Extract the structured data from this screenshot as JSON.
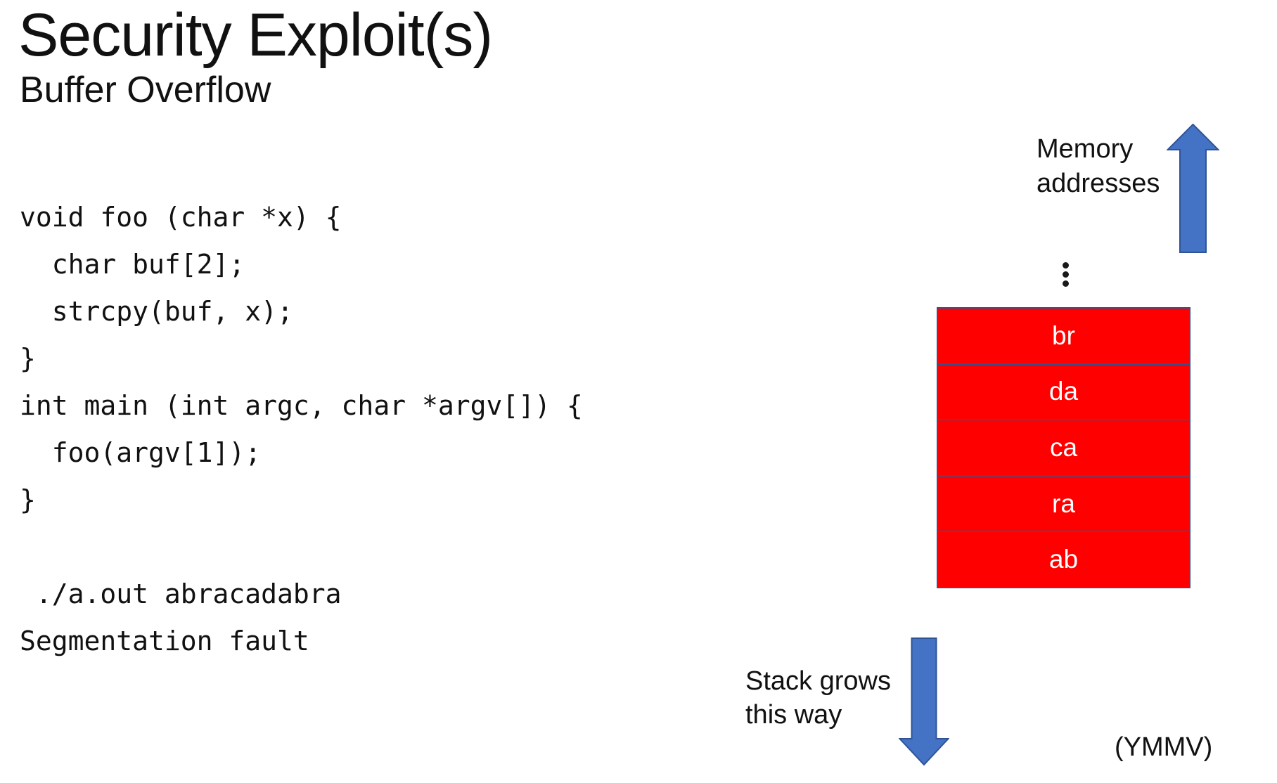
{
  "slide": {
    "title": "Security Exploit(s)",
    "subtitle": "Buffer Overflow",
    "code": "void foo (char *x) {\n  char buf[2];\n  strcpy(buf, x);\n}\nint main (int argc, char *argv[]) {\n  foo(argv[1]);\n}\n\n ./a.out abracadabra\nSegmentation fault",
    "memory_label": {
      "line1": "Memory",
      "line2": "addresses"
    },
    "stack_cells": [
      "br",
      "da",
      "ca",
      "ra",
      "ab"
    ],
    "stack_grows_label": {
      "line1": "Stack grows",
      "line2": "this way"
    },
    "ymmv_note": "(YMMV)",
    "icons": {
      "up_arrow": "up-arrow-icon",
      "down_arrow": "down-arrow-icon",
      "vertical_ellipsis": "vertical-ellipsis-icon"
    },
    "colors": {
      "background": "#FFFFFF",
      "text": "#111111",
      "cell_fill": "#FF0000",
      "cell_border": "#2F5496",
      "cell_text": "#FFFFFF",
      "arrow_fill": "#4472C4",
      "arrow_stroke": "#2F5496"
    }
  }
}
